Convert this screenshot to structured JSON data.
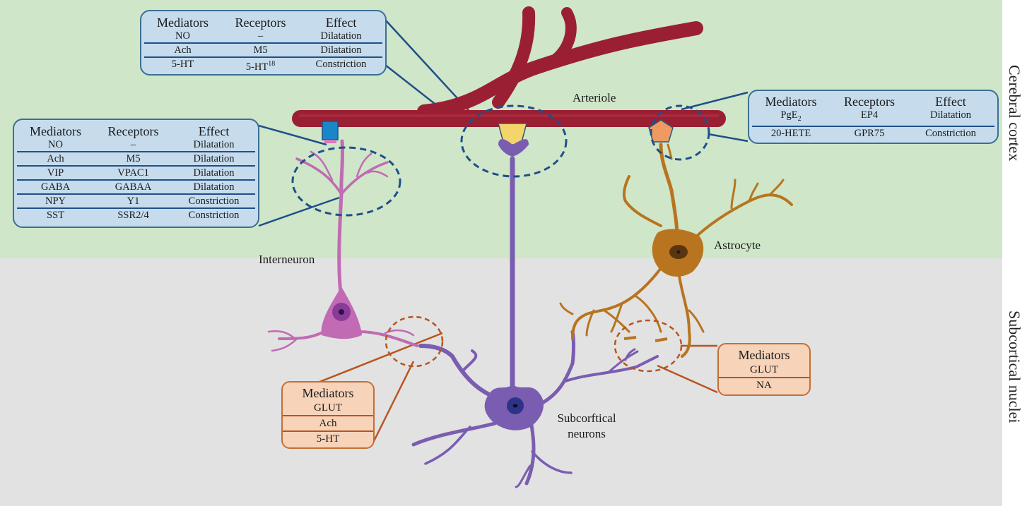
{
  "regions": {
    "cortex": "Cerebral cortex",
    "subcortical": "Subcortical nuclei"
  },
  "labels": {
    "arteriole": "Arteriole",
    "interneuron": "Interneuron",
    "astrocyte": "Astrocyte",
    "subcortical_neurons_line1": "Subcorftical",
    "subcortical_neurons_line2": "neurons"
  },
  "tables": {
    "top": {
      "headers": [
        "Mediators",
        "Receptors",
        "Effect"
      ],
      "rows": [
        {
          "mediator": "NO",
          "receptor": "–",
          "receptor_sup": "",
          "effect": "Dilatation"
        },
        {
          "mediator": "Ach",
          "receptor": "M5",
          "receptor_sup": "",
          "effect": "Dilatation"
        },
        {
          "mediator": "5-HT",
          "receptor": "5-HT",
          "receptor_sup": "18",
          "effect": "Constriction"
        }
      ]
    },
    "left": {
      "headers": [
        "Mediators",
        "Receptors",
        "Effect"
      ],
      "rows": [
        {
          "mediator": "NO",
          "receptor": "–",
          "effect": "Dilatation"
        },
        {
          "mediator": "Ach",
          "receptor": "M5",
          "effect": "Dilatation"
        },
        {
          "mediator": "VIP",
          "receptor": "VPAC1",
          "effect": "Dilatation"
        },
        {
          "mediator": "GABA",
          "receptor": "GABAA",
          "effect": "Dilatation"
        },
        {
          "mediator": "NPY",
          "receptor": "Y1",
          "effect": "Constriction"
        },
        {
          "mediator": "SST",
          "receptor": "SSR2/4",
          "effect": "Constriction"
        }
      ]
    },
    "right": {
      "headers": [
        "Mediators",
        "Receptors",
        "Effect"
      ],
      "rows": [
        {
          "mediator": "PgE",
          "mediator_sub": "2",
          "receptor": "EP4",
          "effect": "Dilatation"
        },
        {
          "mediator": "20-HETE",
          "mediator_sub": "",
          "receptor": "GPR75",
          "effect": "Constriction"
        }
      ]
    },
    "interneuron_synapse": {
      "header": "Mediators",
      "rows": [
        "GLUT",
        "Ach",
        "5-HT"
      ]
    },
    "astrocyte_synapse": {
      "header": "Mediators",
      "rows": [
        "GLUT",
        "NA"
      ]
    }
  },
  "colors": {
    "cortex_bg": "#cfe6c8",
    "subcortical_bg": "#e2e2e2",
    "arteriole": "#9b1f33",
    "interneuron": "#c06bb3",
    "subcortical_neuron": "#7a5db0",
    "astrocyte": "#b8741f",
    "blue_callout": "#1f4f8a",
    "orange_callout": "#b8541e"
  }
}
